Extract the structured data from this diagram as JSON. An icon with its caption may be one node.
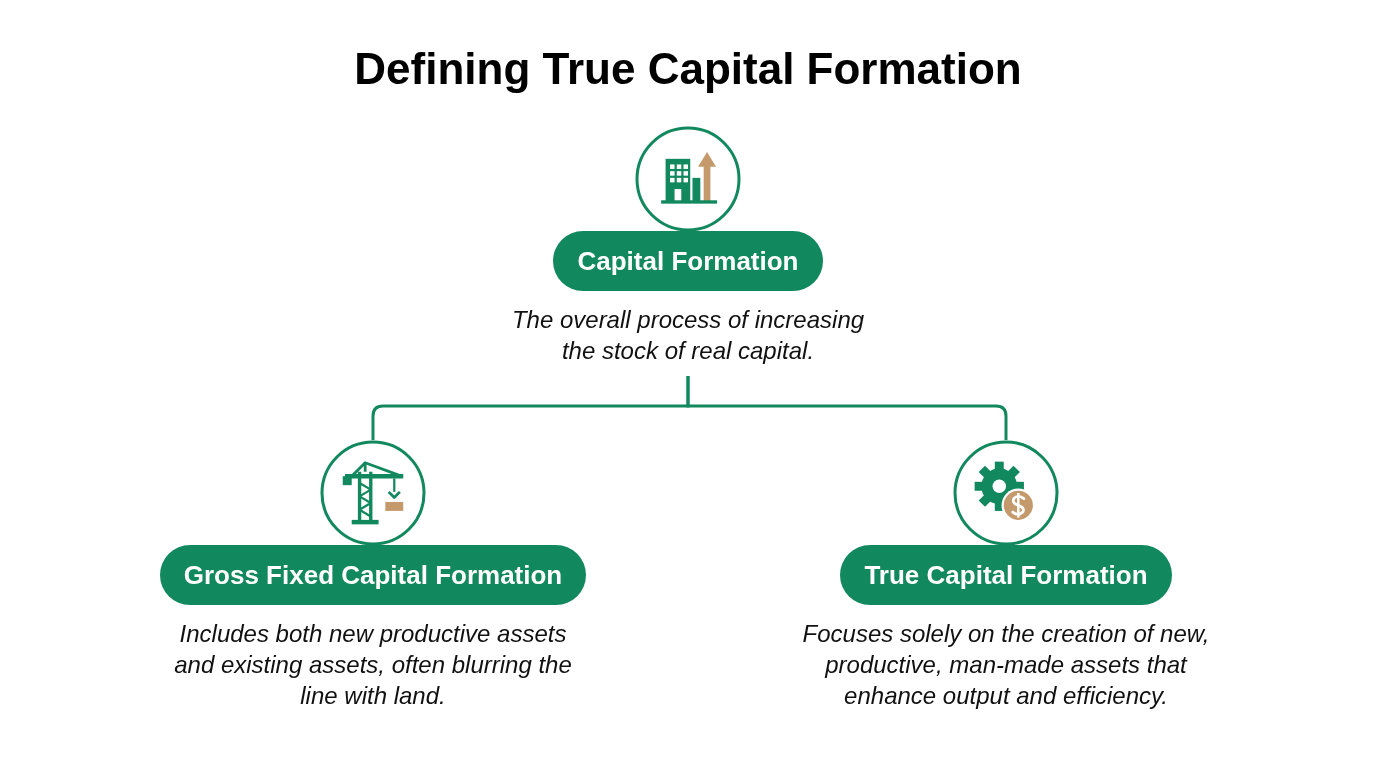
{
  "diagram": {
    "title": "Defining True Capital Formation",
    "nodes": [
      {
        "text": [
          "Capital Formation"
        ],
        "beside": [
          "The overall process of increasing the stock of real capital."
        ]
      },
      {
        "text": [
          "Gross Fixed Capital Formation"
        ],
        "beside": [
          "Includes both new productive assets and existing assets, often blurring the line with land."
        ]
      },
      {
        "text": [
          "True Capital Formation"
        ],
        "beside": [
          "Focuses solely on the creation of new, productive, man-made assets that enhance output and efficiency."
        ]
      }
    ],
    "edges": [
      {
        "from": 0,
        "to": 1,
        "arrow": "none"
      },
      {
        "from": 0,
        "to": 2,
        "arrow": "none"
      }
    ]
  }
}
